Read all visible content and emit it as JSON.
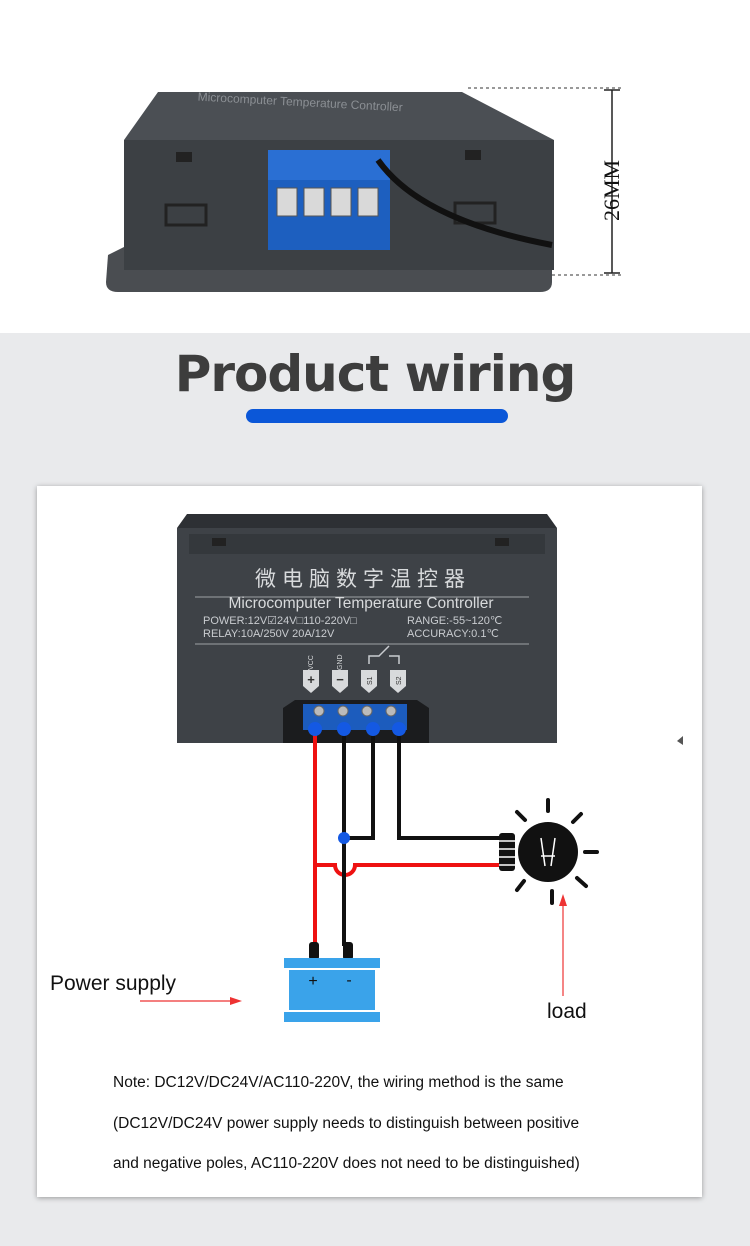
{
  "top_photo": {
    "dimension_label": "26MM"
  },
  "section": {
    "title": "Product wiring"
  },
  "device": {
    "chinese_title": "微电脑数字温控器",
    "english_title": "Microcomputer Temperature Controller",
    "power_line": "POWER:12V☑24V□110-220V□",
    "range_line": "RANGE:-55~120℃",
    "relay_line": "RELAY:10A/250V   20A/12V",
    "accuracy_line": "ACCURACY:0.1℃",
    "terminals": [
      "VCC",
      "GND",
      "S1",
      "S2"
    ]
  },
  "battery": {
    "plus": "+",
    "minus": "-"
  },
  "labels": {
    "power_supply": "Power supply",
    "load": "load"
  },
  "note": {
    "line1": "Note: DC12V/DC24V/AC110-220V, the wiring method is the same",
    "line2": "(DC12V/DC24V power supply needs to distinguish between positive",
    "line3": "and negative poles, AC110-220V does not need to be distinguished)"
  },
  "colors": {
    "accent_blue": "#0b57d8",
    "wire_red": "#ee1111",
    "wire_black": "#111111",
    "battery_blue": "#3aa3ea",
    "device_gray": "#3e4247"
  }
}
